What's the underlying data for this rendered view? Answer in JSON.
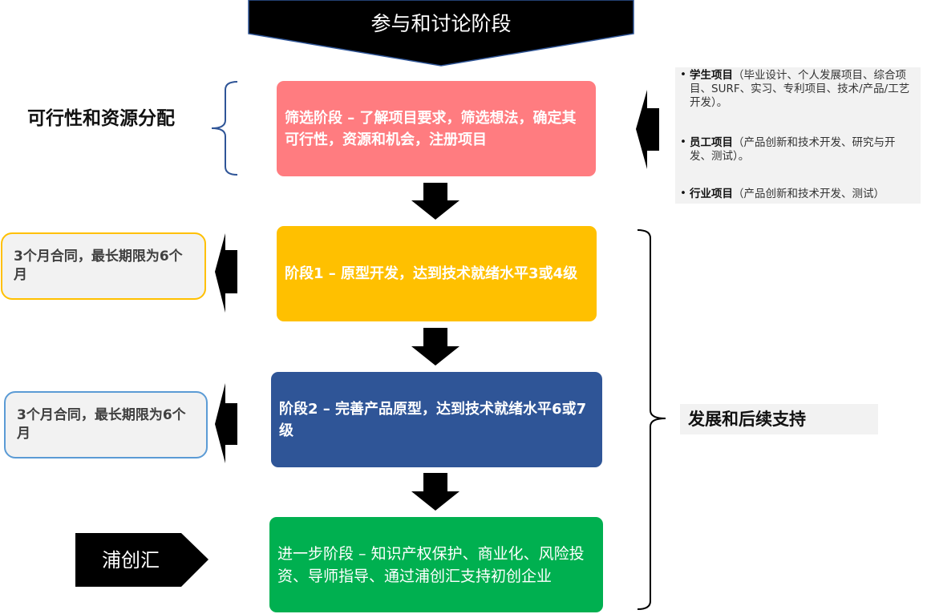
{
  "header": {
    "title": "参与和讨论阶段"
  },
  "left_labels": {
    "feasibility": "可行性和资源分配"
  },
  "stages": {
    "screening": "筛选阶段 – 了解项目要求，筛选想法，确定其可行性，资源和机会，注册项目",
    "stage1": "阶段1 – 原型开发，达到技术就绪水平3或4级",
    "stage2": "阶段2 – 完善产品原型，达到技术就绪水平6或7级",
    "further": "进一步阶段 – 知识产权保护、商业化、风险投资、导师指导、通过浦创汇支持初创企业"
  },
  "contracts": {
    "stage1": "3个月合同，最长期限为6个月",
    "stage2": "3个月合同，最长期限为6个月"
  },
  "pch": {
    "label": "浦创汇"
  },
  "project_types": [
    {
      "bullet": "•",
      "name": "学生项目",
      "desc": "（毕业设计、个人发展项目、综合项目、SURF、实习、专利项目、技术/产品/工艺开发）。"
    },
    {
      "bullet": "•",
      "name": "员工项目",
      "desc": "（产品创新和技术开发、研究与开发、测试）。"
    },
    {
      "bullet": "•",
      "name": "行业项目",
      "desc": "（产品创新和技术开发、测试）"
    }
  ],
  "support": {
    "label": "发展和后续支持"
  },
  "colors": {
    "screening": "#ff7c80",
    "stage1": "#ffc000",
    "stage2": "#2f5597",
    "further": "#00b050",
    "banner": "#000000",
    "contract1_border": "#ffc000",
    "contract2_border": "#5b9bd5",
    "bracket": "#2f5597"
  }
}
